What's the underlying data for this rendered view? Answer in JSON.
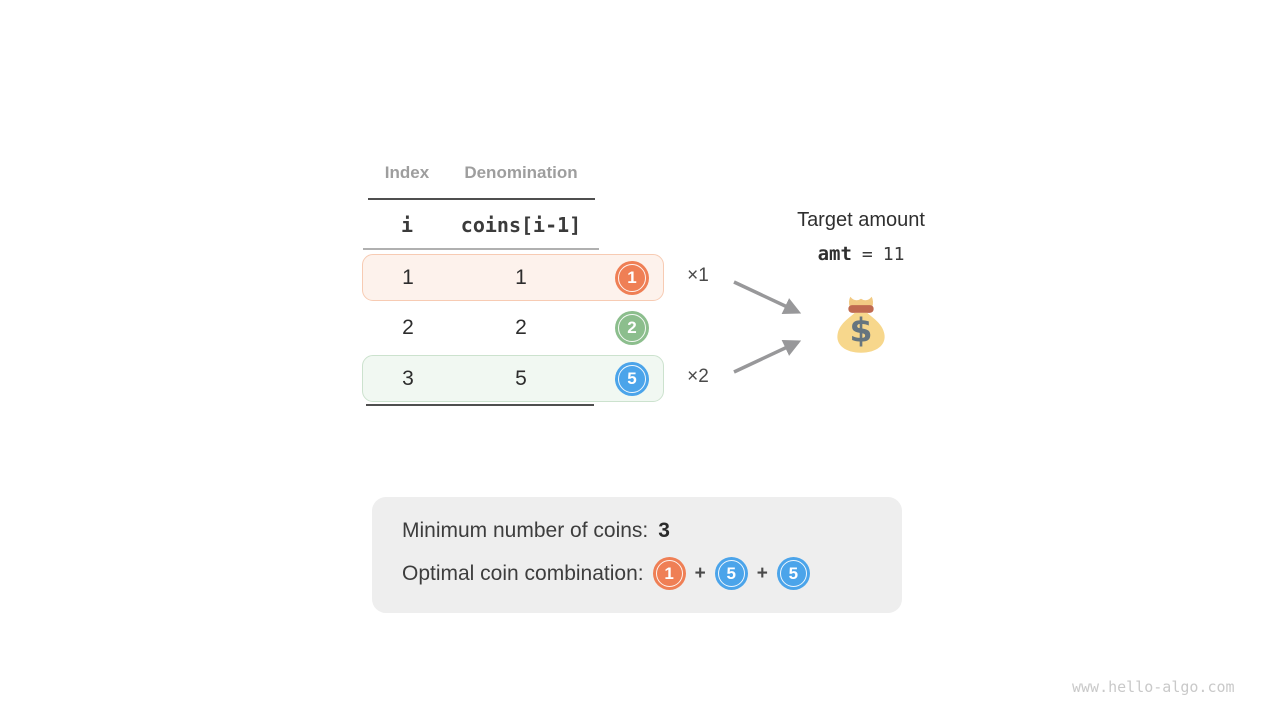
{
  "table": {
    "column_headers": {
      "index": "Index",
      "denomination": "Denomination"
    },
    "code_headers": {
      "index": "i",
      "denomination": "coins[i-1]"
    },
    "rows": [
      {
        "index": "1",
        "denomination": "1",
        "coin_value": "1",
        "coin_color": "#EF7F55",
        "multiplier": "×1",
        "highlighted": true,
        "highlight_bg": "#FDF2EC",
        "highlight_border": "#F7CBB3"
      },
      {
        "index": "2",
        "denomination": "2",
        "coin_value": "2",
        "coin_color": "#8CBE8D",
        "multiplier": "",
        "highlighted": false
      },
      {
        "index": "3",
        "denomination": "5",
        "coin_value": "5",
        "coin_color": "#4BA4EA",
        "multiplier": "×2",
        "highlighted": true,
        "highlight_bg": "#F1F8F2",
        "highlight_border": "#CCE2CE"
      }
    ]
  },
  "target": {
    "label": "Target amount",
    "variable": "amt",
    "equals": "=",
    "value": "11",
    "icon": "money-bag"
  },
  "summary": {
    "min_label": "Minimum number of coins:",
    "min_value": "3",
    "combo_label": "Optimal coin combination:",
    "plus": "+",
    "coins": [
      {
        "value": "1",
        "color": "#EF7F55"
      },
      {
        "value": "5",
        "color": "#4BA4EA"
      },
      {
        "value": "5",
        "color": "#4BA4EA"
      }
    ]
  },
  "watermark": {
    "text": "www.hello-algo.com"
  },
  "colors": {
    "arrow": "#98989a",
    "rule_dark": "#4f4f4f",
    "rule_gray": "#b0b0b0",
    "header_gray": "#9e9e9e",
    "text_dark": "#2d2d2d",
    "summary_bg": "#eeeeee",
    "bag_body": "#F7D78C",
    "bag_tuft": "#F2CA83",
    "bag_band": "#C06A50",
    "bag_dollar": "#66757F"
  }
}
